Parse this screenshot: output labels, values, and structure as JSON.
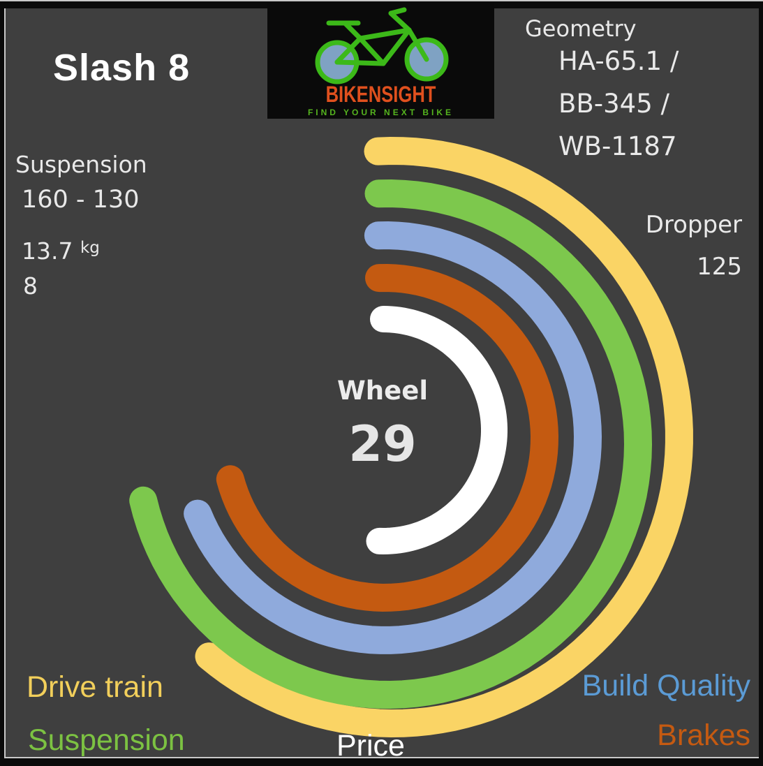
{
  "title": "Slash 8",
  "logo": {
    "brand": "BIKENSIGHT",
    "tagline": "FIND YOUR NEXT BIKE",
    "brand_color": "#E0501E",
    "tagline_color": "#55B41E",
    "bike_green": "#3CB919",
    "wheel_fill": "#7FA2C3",
    "box_bg": "#0A0A0A"
  },
  "geometry": {
    "label": "Geometry",
    "lines": [
      "HA-65.1 /",
      "BB-345 /",
      "WB-1187"
    ]
  },
  "left_specs": {
    "suspension_label": "Suspension",
    "suspension_value": "160 - 130",
    "weight_value": "13.7",
    "weight_unit": "kg",
    "frame_value": "8"
  },
  "dropper": {
    "label": "Dropper",
    "value": "125"
  },
  "center": {
    "label": "Wheel",
    "value": "29"
  },
  "colors": {
    "canvas_bg": "#3F3F3F",
    "frame_black": "#0B0B0B",
    "hairline": "#C9C9C9",
    "text_light": "#E9E9E9",
    "title_white": "#FFFFFF",
    "legend_drive_train": "#F2CF5B",
    "legend_suspension": "#7CC242",
    "legend_price": "#FFFFFF",
    "legend_build_quality": "#5B9BD5",
    "legend_brakes": "#C55A11"
  },
  "chart_data": {
    "type": "radial_bar",
    "description": "Concentric rounded arcs, each sweeping clockwise from 12 o'clock; sweep angle encodes the rating of each category",
    "angle_convention": "degrees clockwise from top (12 o'clock)",
    "center_label": {
      "label": "Wheel",
      "value": "29"
    },
    "series": [
      {
        "id": "drive-train",
        "name": "Drive train",
        "color": "#FAD465",
        "cx": 563,
        "cy": 626,
        "radius": 410,
        "start_deg": -3,
        "end_deg": 220,
        "sweep_deg": 223,
        "stroke": 40
      },
      {
        "id": "suspension",
        "name": "Suspension",
        "color": "#7DC84D",
        "cx": 555,
        "cy": 636,
        "radius": 359,
        "start_deg": -2,
        "end_deg": 257,
        "sweep_deg": 259,
        "stroke": 40
      },
      {
        "id": "build-quality",
        "name": "Build Quality",
        "color": "#8FAADC",
        "cx": 552,
        "cy": 627,
        "radius": 290,
        "start_deg": -2,
        "end_deg": 248,
        "sweep_deg": 250,
        "stroke": 40
      },
      {
        "id": "brakes",
        "name": "Brakes",
        "color": "#C45A11",
        "cx": 551,
        "cy": 627,
        "radius": 229,
        "start_deg": -2,
        "end_deg": 255,
        "sweep_deg": 257,
        "stroke": 40
      },
      {
        "id": "price",
        "name": "Price",
        "color": "#FFFFFF",
        "cx": 549,
        "cy": 616,
        "radius": 159,
        "start_deg": 0,
        "end_deg": 182,
        "sweep_deg": 182,
        "stroke": 38
      }
    ],
    "legend_position": "around bottom of rings"
  }
}
